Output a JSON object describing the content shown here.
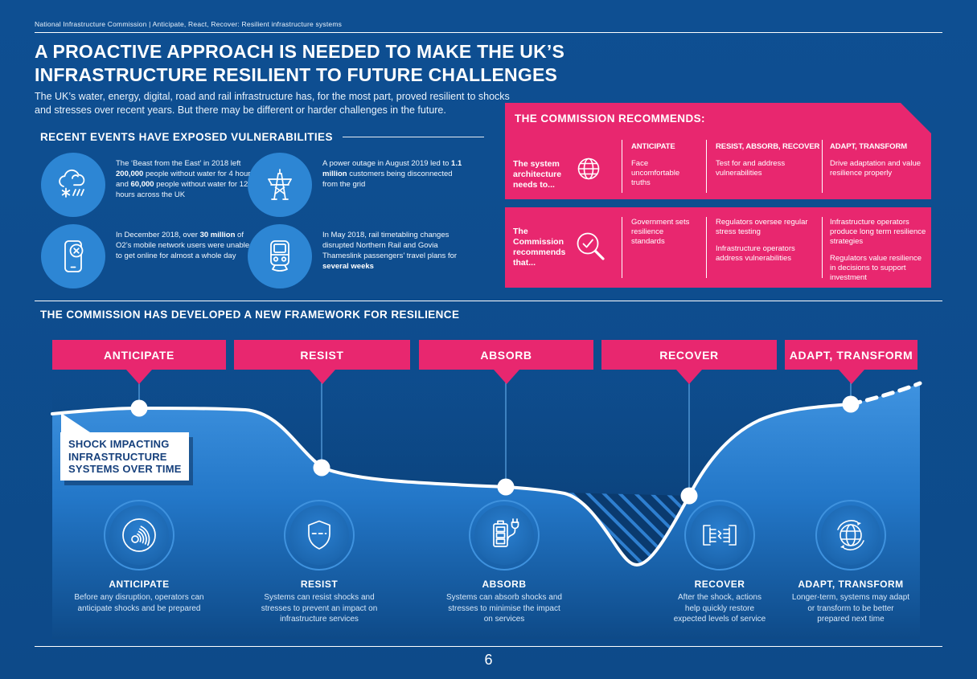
{
  "page": {
    "header": "National Infrastructure Commission | Anticipate, React, Recover: Resilient infrastructure systems",
    "title_line1": "A PROACTIVE APPROACH IS NEEDED TO MAKE THE UK’S",
    "title_line2": "INFRASTRUCTURE RESILIENT TO FUTURE CHALLENGES",
    "intro": "The UK’s water, energy, digital, road and rail infrastructure has, for the most part, proved resilient to shocks and stresses over recent years. But there may be different or harder challenges in the future.",
    "page_number": "6"
  },
  "colors": {
    "background_navy": "#0d4b8c",
    "accent_pink": "#e8276f",
    "light_blue": "#2d86d4",
    "chart_fill_top": "#3f93e0",
    "hatch_navy": "#0a3a6e",
    "note_text_navy": "#16407c",
    "white": "#ffffff"
  },
  "events": {
    "heading": "RECENT EVENTS HAVE EXPOSED VULNERABILITIES",
    "items": [
      {
        "icon": "storm-cloud-snow-icon",
        "segments": [
          {
            "t": "The ‘Beast from the East’ in 2018 left ",
            "b": false
          },
          {
            "t": "200,000",
            "b": true
          },
          {
            "t": " people without water for 4 hours and ",
            "b": false
          },
          {
            "t": "60,000",
            "b": true
          },
          {
            "t": " people without water for 12 hours across the UK",
            "b": false
          }
        ]
      },
      {
        "icon": "electricity-pylon-icon",
        "segments": [
          {
            "t": "A power outage in August 2019 led to ",
            "b": false
          },
          {
            "t": "1.1 million",
            "b": true
          },
          {
            "t": " customers being disconnected from the grid",
            "b": false
          }
        ]
      },
      {
        "icon": "phone-offline-icon",
        "segments": [
          {
            "t": "In December 2018, over ",
            "b": false
          },
          {
            "t": "30 million",
            "b": true
          },
          {
            "t": " of O2’s mobile network users were unable to get online for almost a whole day",
            "b": false
          }
        ]
      },
      {
        "icon": "train-icon",
        "segments": [
          {
            "t": "In May 2018, rail timetabling changes disrupted Northern Rail and Govia Thameslink passengers’ travel plans for ",
            "b": false
          },
          {
            "t": "several weeks",
            "b": true
          }
        ]
      }
    ]
  },
  "recommendations": {
    "title": "THE COMMISSION RECOMMENDS:",
    "row1": {
      "label": "The system architecture needs to...",
      "icon": "globe-icon",
      "cols": [
        {
          "header": "ANTICIPATE",
          "body": "Face uncomfortable truths"
        },
        {
          "header": "RESIST, ABSORB, RECOVER",
          "body": "Test for and address vulnerabilities"
        },
        {
          "header": "ADAPT, TRANSFORM",
          "body": "Drive adaptation and value resilience properly"
        }
      ]
    },
    "row2": {
      "label": "The Commission recommends that...",
      "icon": "magnifier-check-icon",
      "cols": [
        {
          "paras": [
            "Government sets resilience standards"
          ]
        },
        {
          "paras": [
            "Regulators oversee regular stress testing",
            "Infrastructure operators address vulnerabilities"
          ]
        },
        {
          "paras": [
            "Infrastructure operators produce long term resilience strategies",
            "Regulators value resilience in decisions to support investment"
          ]
        }
      ]
    }
  },
  "framework": {
    "heading": "THE COMMISSION HAS DEVELOPED A NEW FRAMEWORK FOR RESILIENCE",
    "labels": [
      "ANTICIPATE",
      "RESIST",
      "ABSORB",
      "RECOVER",
      "ADAPT, TRANSFORM"
    ],
    "shock_note": {
      "lines": [
        "SHOCK IMPACTING",
        "INFRASTRUCTURE",
        "SYSTEMS OVER TIME"
      ]
    },
    "stages": [
      {
        "title": "ANTICIPATE",
        "icon": "radar-icon",
        "desc_lines": [
          "Before any disruption, operators can",
          "anticipate shocks and be prepared"
        ]
      },
      {
        "title": "RESIST",
        "icon": "shield-icon",
        "desc_lines": [
          "Systems can resist shocks and",
          "stresses to prevent an impact on",
          "infrastructure services"
        ]
      },
      {
        "title": "ABSORB",
        "icon": "battery-charging-icon",
        "desc_lines": [
          "Systems can absorb shocks and",
          "stresses to minimise the impact",
          "on services"
        ]
      },
      {
        "title": "RECOVER",
        "icon": "reconnect-icon",
        "desc_lines": [
          "After the shock, actions",
          "help quickly restore",
          "expected levels of service"
        ]
      },
      {
        "title": "ADAPT, TRANSFORM",
        "icon": "globe-cycle-icon",
        "desc_lines": [
          "Longer-term, systems may adapt",
          "or transform to be better",
          "prepared next time"
        ]
      }
    ]
  }
}
